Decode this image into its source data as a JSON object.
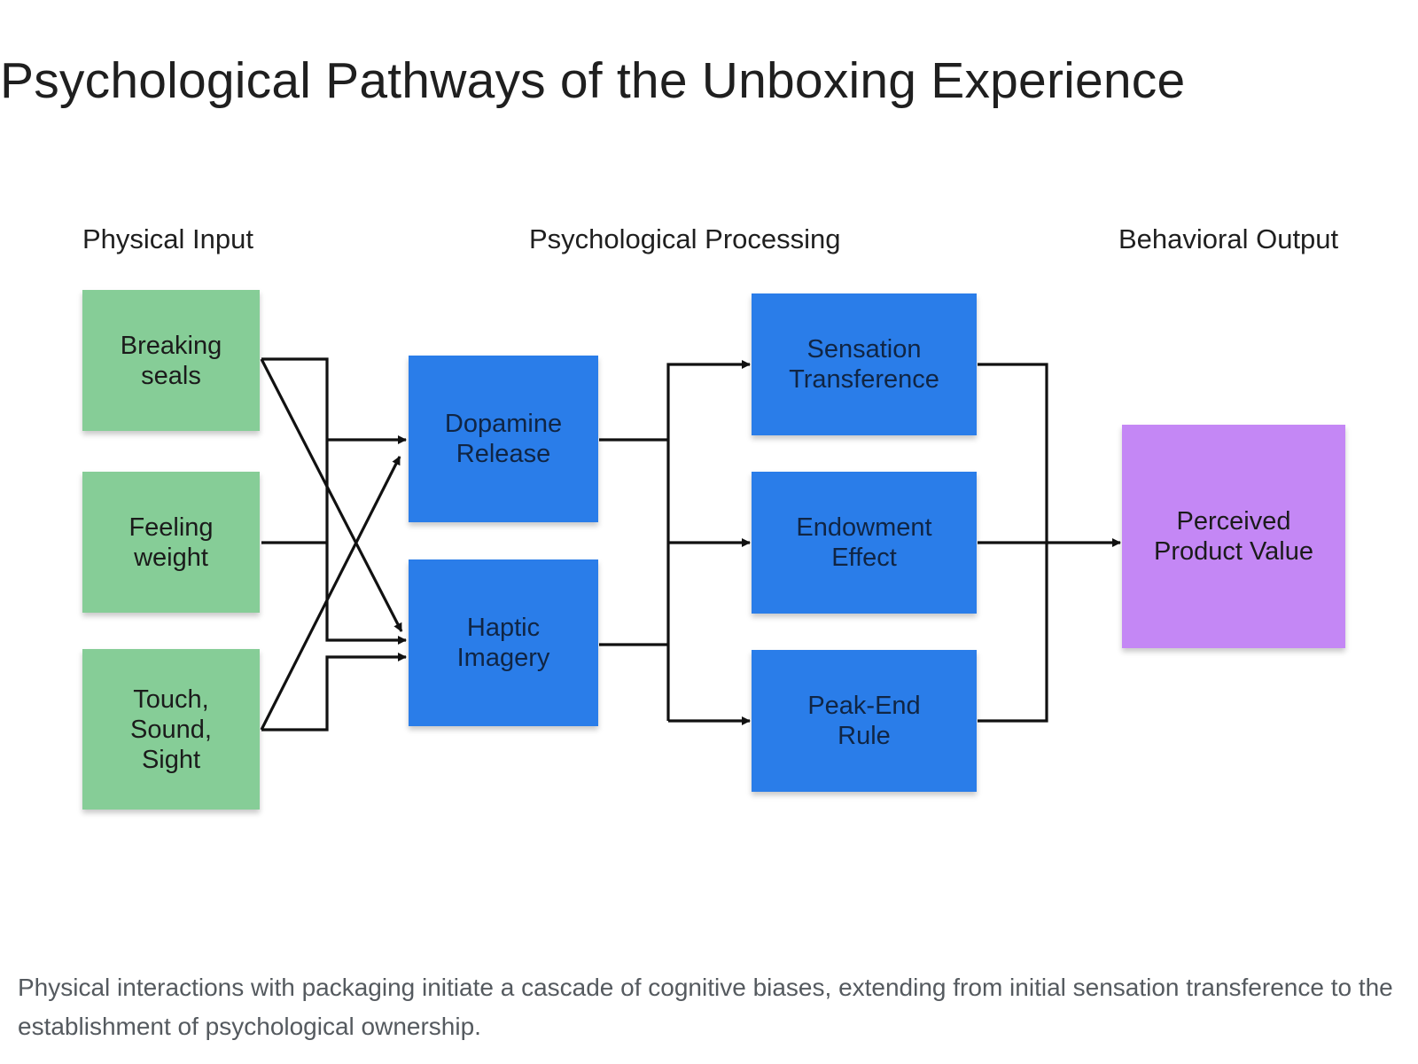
{
  "title": "Psychological Pathways of the Unboxing Experience",
  "columns": {
    "input": "Physical Input",
    "processing": "Psychological Processing",
    "output": "Behavioral Output"
  },
  "nodes": {
    "breaking_seals": "Breaking\nseals",
    "feeling_weight": "Feeling\nweight",
    "touch_sound_sight": "Touch,\nSound,\nSight",
    "dopamine_release": "Dopamine\nRelease",
    "haptic_imagery": "Haptic\nImagery",
    "sensation_transference": "Sensation\nTransference",
    "endowment_effect": "Endowment\nEffect",
    "peak_end_rule": "Peak-End\nRule",
    "perceived_product_value": "Perceived\nProduct Value"
  },
  "colors": {
    "input": "#86cd97",
    "processing": "#2a7de9",
    "output": "#c487f5",
    "connector": "#111111"
  },
  "caption": "Physical interactions with packaging initiate a cascade of cognitive biases, extending from initial sensation transference to the establishment of psychological ownership."
}
